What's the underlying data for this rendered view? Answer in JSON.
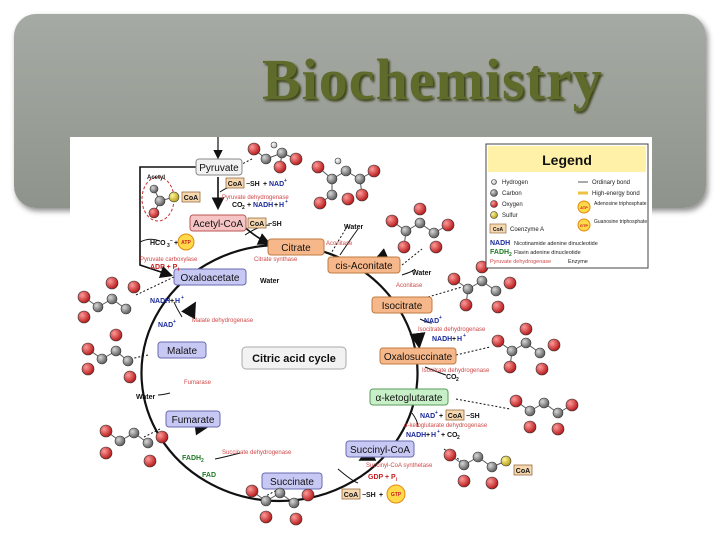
{
  "slide": {
    "title": "Biochemistry"
  },
  "diagram": {
    "center_label": "Citric acid cycle",
    "metabolites": {
      "pyruvate": "Pyruvate",
      "acetyl_coa": "Acetyl-CoA",
      "citrate": "Citrate",
      "cis_aconitate": "cis-Aconitate",
      "isocitrate": "Isocitrate",
      "oxalosuccinate": "Oxalosuccinate",
      "ketoglutarate": "α-ketoglutarate",
      "succinyl_coa": "Succinyl-CoA",
      "succinate": "Succinate",
      "fumarate": "Fumarate",
      "malate": "Malate",
      "oxaloacetate": "Oxaloacetate",
      "acetyl": "Acetyl"
    },
    "enzymes": {
      "pdh": "Pyruvate dehydrogenase",
      "pc": "Pyruvate carboxylase",
      "cs": "Citrate synthase",
      "aco1": "Aconitase",
      "aco2": "Aconitase",
      "idh1": "Isocitrate dehydrogenase",
      "idh2": "Isocitrate dehydrogenase",
      "kgdh": "α-ketoglutarate dehydrogenase",
      "scs": "Succinyl-CoA synthetase",
      "sdh": "Succinate dehydrogenase",
      "fum": "Fumarase",
      "mdh": "Malate dehydrogenase"
    },
    "cofactors": {
      "coa": "CoA",
      "sh": "SH",
      "nad": "NAD",
      "nadh": "NADH",
      "h": "H",
      "plus": "+",
      "co2": "CO",
      "sub2": "2",
      "hco3": "HCO",
      "sub3": "3",
      "minus": "−",
      "atp": "ATP",
      "adp_pi": "ADP + P",
      "i": "i",
      "water": "Water",
      "gdp_pi": "GDP + P",
      "gtp": "GTP",
      "fad": "FAD",
      "fadh": "FADH"
    }
  },
  "legend": {
    "title": "Legend",
    "items": {
      "hydrogen": "Hydrogen",
      "carbon": "Carbon",
      "oxygen": "Oxygen",
      "sulfur": "Sulfur",
      "ordinary_bond": "Ordinary bond",
      "high_energy_bond": "High-energy bond",
      "adenosine_tp": "Adenosine triphosphate",
      "guanosine_tp": "Guanosine triphosphate",
      "coenzyme_a": "Coenzyme A",
      "nadh_desc": "Nicotinamide adenine dinucleotide",
      "fadh_desc": "Flavin adenine dinucleotide",
      "enzyme_example": "Pyruvate dehydrogenase",
      "enzyme_label": "Enzyme"
    }
  },
  "colors": {
    "title_text": "#5e6b2a",
    "band": "#9a9f98",
    "box_orange": "#f6b88a",
    "box_blue": "#c8c8f4",
    "box_green": "#c8f0c8",
    "legend_bg": "#fff2a8",
    "oxygen": "#d42020",
    "carbon": "#707070"
  }
}
